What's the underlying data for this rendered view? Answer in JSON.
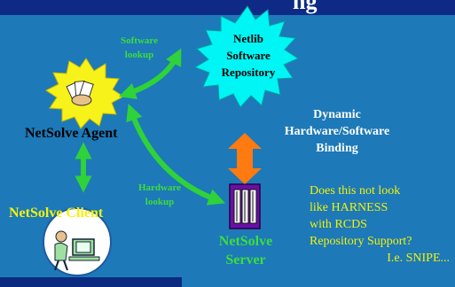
{
  "header": {
    "partial_title": "ng"
  },
  "nodes": {
    "netlib_repository": "Netlib\nSoftware\nRepository",
    "agent": "NetSolve Agent",
    "client": "NetSolve Client",
    "server": "NetSolve\nServer"
  },
  "edge_labels": {
    "software_lookup": "Software\nlookup",
    "hardware_lookup": "Hardware\nlookup",
    "dynamic_binding": "Dynamic\nHardware/Software\nBinding"
  },
  "note": {
    "lines": [
      "Does this not look",
      "like HARNESS",
      "with RCDS",
      "Repository Support?"
    ],
    "last_line": "I.e. SNIPE..."
  },
  "colors": {
    "background": "#1d79b8",
    "title_band": "#0e2a86",
    "arrow_green": "#2fd23a",
    "arrow_orange": "#ff7a10",
    "starburst_cyan": "#00f5f5",
    "starburst_yellow": "#f7f21a",
    "label_yellow": "#f2f20a"
  },
  "icons": [
    "hand-of-cards-icon",
    "person-at-computer-icon",
    "server-rack-icon"
  ]
}
